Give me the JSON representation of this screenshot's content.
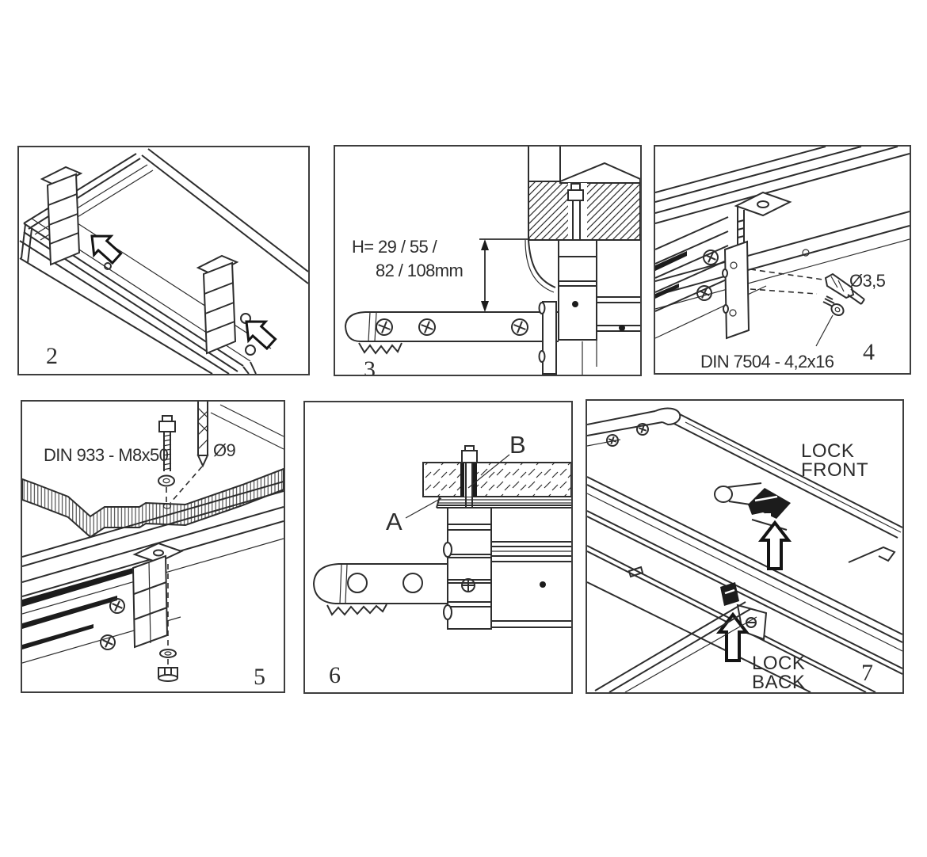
{
  "theme": {
    "background": "#ffffff",
    "line_color": "#2d2d2d",
    "text_color": "#2e2e2e",
    "arrow_fill": "#ffffff",
    "lock_piece_fill": "#1c1c1c"
  },
  "panels": {
    "step2": {
      "number": "2"
    },
    "step3": {
      "number": "3",
      "height_label_line1": "H= 29 / 55 /",
      "height_label_line2": "82 / 108mm"
    },
    "step4": {
      "number": "4",
      "drill_diameter_label": "Ø3,5",
      "screw_spec_label": "DIN 7504 - 4,2x16"
    },
    "step5": {
      "number": "5",
      "bolt_spec_label": "DIN 933 - M8x50",
      "drill_diameter_label": "Ø9"
    },
    "step6": {
      "number": "6",
      "callout_a": "A",
      "callout_b": "B"
    },
    "step7": {
      "number": "7",
      "lock_front_line1": "LOCK",
      "lock_front_line2": "FRONT",
      "lock_back_line1": "LOCK",
      "lock_back_line2": "BACK"
    }
  }
}
